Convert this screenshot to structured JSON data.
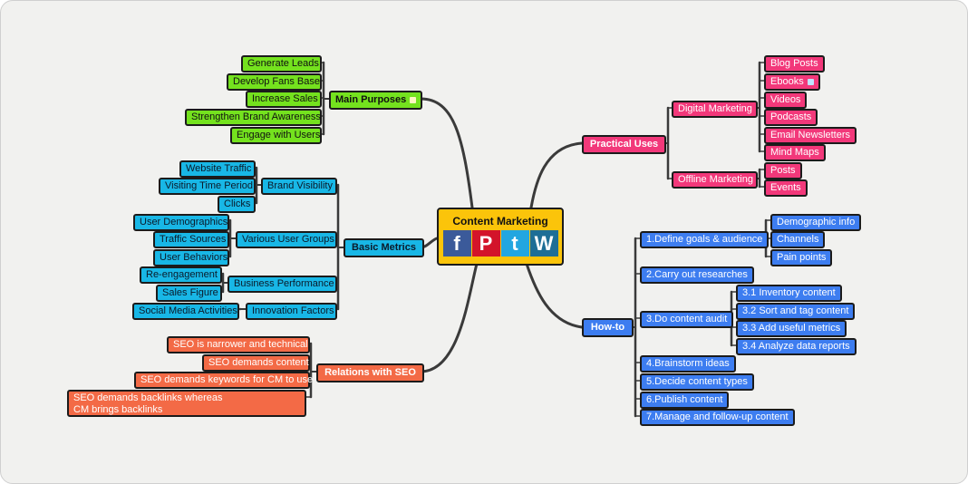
{
  "center": {
    "title": "Content Marketing",
    "icons": [
      "facebook-icon",
      "pinterest-icon",
      "twitter-icon",
      "wordpress-icon"
    ],
    "icon_glyphs": [
      "f",
      "P",
      "t",
      "W"
    ]
  },
  "colors": {
    "green": "#74e21e",
    "cyan": "#18b7e6",
    "orange": "#f36a46",
    "pink": "#f2387a",
    "blue": "#3d7df0",
    "yellow": "#fbc40a"
  },
  "main_purposes": {
    "label": "Main Purposes",
    "children": [
      "Generate Leads",
      "Develop Fans Base",
      "Increase Sales",
      "Strengthen Brand Awareness",
      "Engage with Users"
    ]
  },
  "basic_metrics": {
    "label": "Basic Metrics",
    "brand_visibility": {
      "label": "Brand Visibility",
      "children": [
        "Website Traffic",
        "Visiting Time Period",
        "Clicks"
      ]
    },
    "user_groups": {
      "label": "Various User Groups",
      "children": [
        "User Demographics",
        "Traffic Sources",
        "User Behaviors"
      ]
    },
    "business": {
      "label": "Business Performance",
      "children": [
        "Re-engagement",
        "Sales Figure"
      ]
    },
    "innovation": {
      "label": "Innovation Factors",
      "children": [
        "Social Media Activities"
      ]
    }
  },
  "seo": {
    "label": "Relations with SEO",
    "children": [
      "SEO is narrower and technical",
      "SEO demands content",
      "SEO demands keywords for CM to use",
      "SEO demands backlinks whereas CM brings backlinks"
    ]
  },
  "practical": {
    "label": "Practical Uses",
    "digital": {
      "label": "Digital Marketing",
      "children": [
        "Blog Posts",
        "Ebooks",
        "Videos",
        "Podcasts",
        "Email Newsletters",
        "Mind Maps"
      ]
    },
    "offline": {
      "label": "Offline Marketing",
      "children": [
        "Posts",
        "Events"
      ]
    }
  },
  "howto": {
    "label": "How-to",
    "s1": {
      "label": "1.Define goals & audience",
      "children": [
        "Demographic info",
        "Channels",
        "Pain points"
      ]
    },
    "s2": "2.Carry out researches",
    "s3": {
      "label": "3.Do content audit",
      "children": [
        "3.1 Inventory content",
        "3.2 Sort and tag content",
        "3.3 Add useful metrics",
        "3.4 Analyze data reports"
      ]
    },
    "s4": "4.Brainstorm ideas",
    "s5": "5.Decide content types",
    "s6": "6.Publish content",
    "s7": "7.Manage and follow-up content"
  }
}
